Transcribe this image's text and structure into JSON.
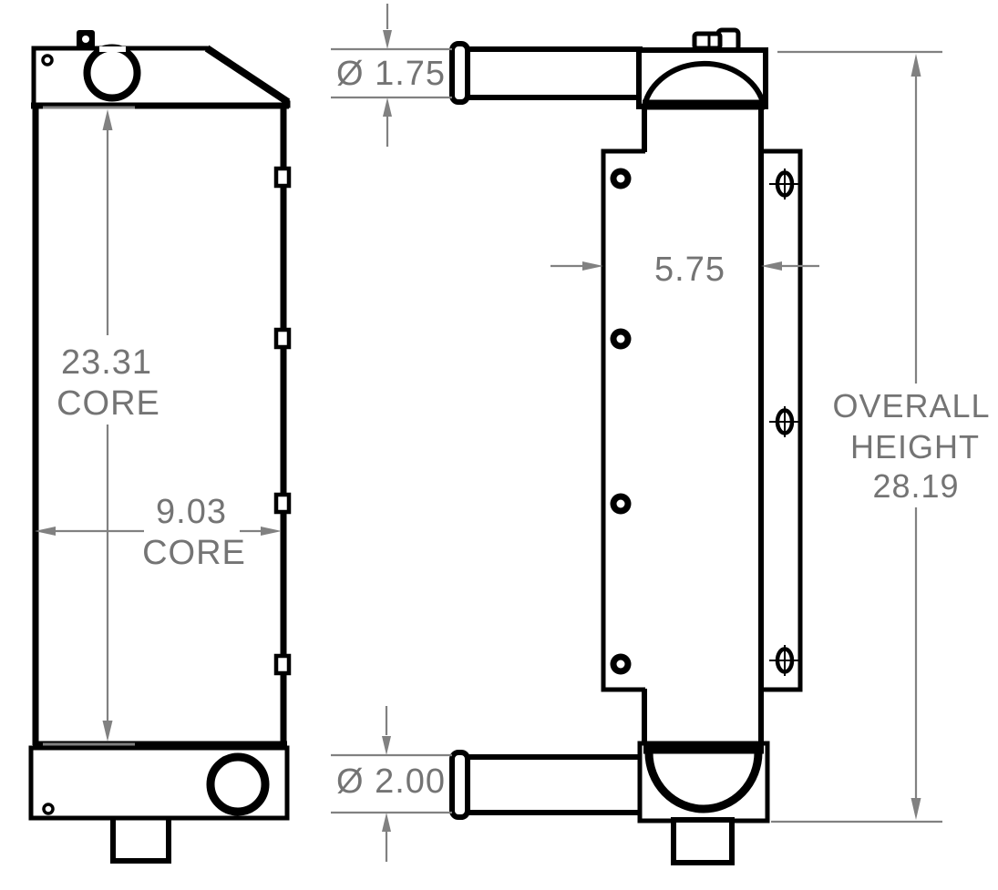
{
  "drawing": {
    "kind": "radiator-two-view-technical-drawing",
    "colors": {
      "outline": "#000000",
      "dimension_line": "#818181",
      "dimension_text": "#747474",
      "background": "#ffffff"
    },
    "views": {
      "front": {
        "core_height": "23.31",
        "core_height_label": "CORE",
        "core_width": "9.03",
        "core_width_label": "CORE"
      },
      "side": {
        "inlet_diameter": "Ø 1.75",
        "core_depth": "5.75",
        "outlet_diameter": "Ø 2.00",
        "overall_height_label_line1": "OVERALL",
        "overall_height_label_line2": "HEIGHT",
        "overall_height": "28.19"
      }
    }
  }
}
